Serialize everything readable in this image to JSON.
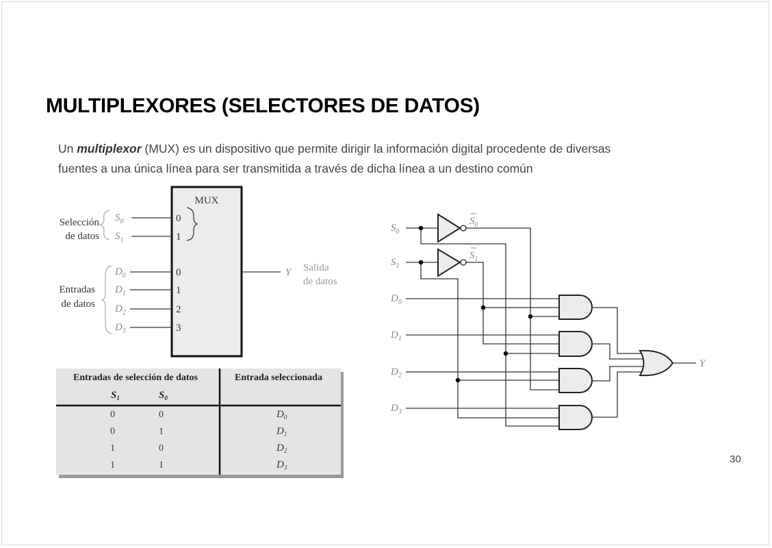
{
  "title": "MULTIPLEXORES (SELECTORES DE DATOS)",
  "intro": {
    "prefix": "Un ",
    "term": "multiplexor",
    "rest_line1": " (MUX) es un dispositivo que permite dirigir la información digital procedente de diversas",
    "line2": "fuentes a una única línea para ser transmitida a través de dicha línea a un destino común"
  },
  "mux_block": {
    "title": "MUX",
    "select_group_label_1": "Selección",
    "select_group_label_2": "de datos",
    "data_group_label_1": "Entradas",
    "data_group_label_2": "de datos",
    "select_inputs": [
      {
        "base": "S",
        "sub": "0",
        "pin": "0"
      },
      {
        "base": "S",
        "sub": "1",
        "pin": "1"
      }
    ],
    "data_inputs": [
      {
        "base": "D",
        "sub": "0",
        "pin": "0"
      },
      {
        "base": "D",
        "sub": "1",
        "pin": "1"
      },
      {
        "base": "D",
        "sub": "2",
        "pin": "2"
      },
      {
        "base": "D",
        "sub": "3",
        "pin": "3"
      }
    ],
    "output": "Y",
    "output_label_1": "Salida",
    "output_label_2": "de datos"
  },
  "table": {
    "header_left": "Entradas de selección de datos",
    "header_right": "Entrada seleccionada",
    "col_s1": {
      "base": "S",
      "sub": "1"
    },
    "col_s0": {
      "base": "S",
      "sub": "0"
    },
    "rows": [
      {
        "s1": "0",
        "s0": "0",
        "base": "D",
        "sub": "0"
      },
      {
        "s1": "0",
        "s0": "1",
        "base": "D",
        "sub": "1"
      },
      {
        "s1": "1",
        "s0": "0",
        "base": "D",
        "sub": "2"
      },
      {
        "s1": "1",
        "s0": "1",
        "base": "D",
        "sub": "3"
      }
    ]
  },
  "circuit": {
    "inputs": [
      {
        "base": "S",
        "sub": "0"
      },
      {
        "base": "S",
        "sub": "1"
      },
      {
        "base": "D",
        "sub": "0"
      },
      {
        "base": "D",
        "sub": "1"
      },
      {
        "base": "D",
        "sub": "2"
      },
      {
        "base": "D",
        "sub": "3"
      }
    ],
    "inverted": [
      {
        "base": "S",
        "sub": "0"
      },
      {
        "base": "S",
        "sub": "1"
      }
    ],
    "output": "Y"
  },
  "page_number": "30"
}
